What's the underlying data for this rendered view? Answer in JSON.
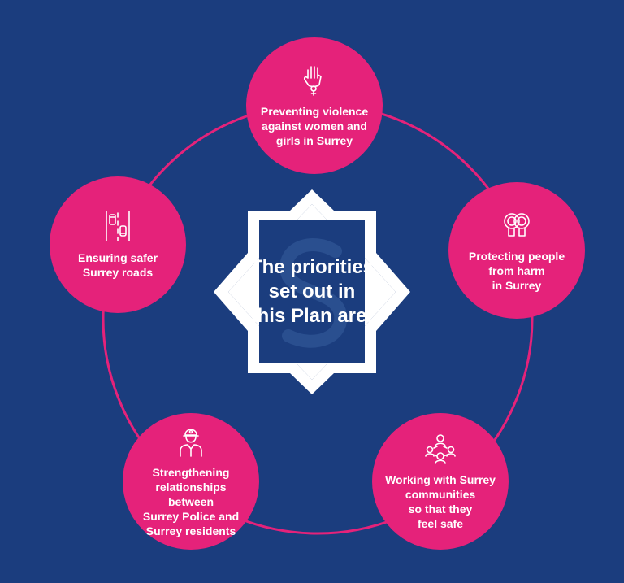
{
  "colors": {
    "background": "#1b3d7e",
    "circle": "#e5227a",
    "ring": "#e5227a",
    "star": "#ffffff",
    "text": "#ffffff",
    "watermark": "#2a4f8f"
  },
  "center": {
    "title": "The priorities\nset out in\nthis Plan are:",
    "watermark_icon": "surrey-s-logo-icon"
  },
  "priorities": [
    {
      "id": "violence",
      "icon": "raised-hand-female-icon",
      "label": "Preventing violence\nagainst women and\ngirls in Surrey"
    },
    {
      "id": "protect",
      "icon": "handcuffs-icon",
      "label": "Protecting people\nfrom harm\nin Surrey"
    },
    {
      "id": "working",
      "icon": "community-network-icon",
      "label": "Working with Surrey\ncommunities\nso that they\nfeel safe"
    },
    {
      "id": "relation",
      "icon": "police-officer-icon",
      "label": "Strengthening\nrelationships between\nSurrey Police and\nSurrey residents"
    },
    {
      "id": "roads",
      "icon": "road-cars-icon",
      "label": "Ensuring safer\nSurrey roads"
    }
  ]
}
